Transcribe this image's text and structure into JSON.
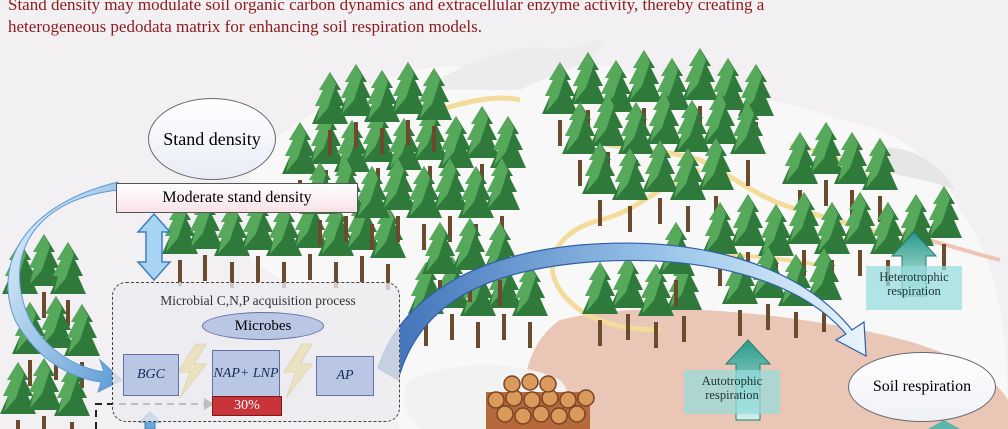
{
  "caption": {
    "line1": "Stand density may modulate soil organic carbon dynamics and extracellular enzyme activity, thereby creating a",
    "line2": "heterogeneous pedodata matrix for enhancing soil respiration models."
  },
  "diagram": {
    "stand_density": "Stand density",
    "moderate_stand_density": "Moderate stand density",
    "acquisition_process": "Microbial C,N,P acquisition process",
    "microbes": "Microbes",
    "bgc": "BGC",
    "nap_lnp": "NAP+ LNP",
    "nap_lnp_percent": "30%",
    "ap": "AP",
    "heterotrophic_respiration": "Heterotrophic respiration",
    "autotrophic_respiration": "Autotrophic respiration",
    "soil_respiration": "Soil respiration"
  },
  "colors": {
    "caption": "#8b1a1a",
    "forest_dark": "#2f7a3a",
    "forest_light": "#56a85a",
    "arrow_blue": "#6aa7d8",
    "teal_arrow": "#2f9f8f",
    "enzyme_box": "#b9c6e4",
    "percent_bar": "#c9333a",
    "lightning": "#f2c21b"
  }
}
